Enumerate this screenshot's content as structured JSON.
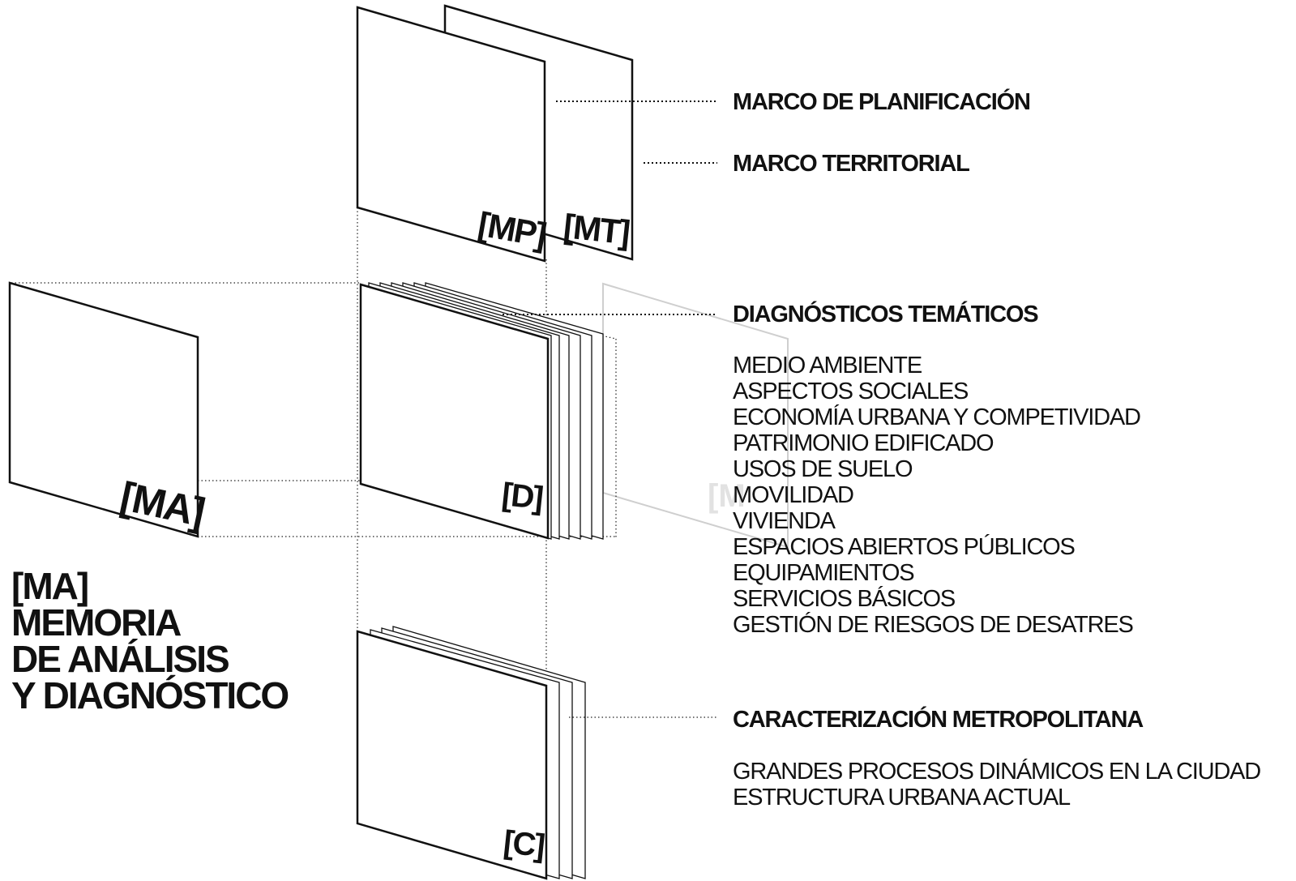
{
  "title": {
    "code": "[MA]",
    "line1": "MEMORIA",
    "line2": "DE ANÁLISIS",
    "line3": "Y DIAGNÓSTICO"
  },
  "planes": {
    "ma": "[MA]",
    "mp": "[MP]",
    "mt": "[MT]",
    "d": "[D]",
    "c": "[C]",
    "ghost": "[M"
  },
  "labels": {
    "marco_planificacion": "MARCO DE PLANIFICACIÓN",
    "marco_territorial": "MARCO TERRITORIAL",
    "diagnosticos_title": "DIAGNÓSTICOS TEMÁTICOS",
    "diagnosticos_items": [
      "MEDIO AMBIENTE",
      "ASPECTOS SOCIALES",
      "ECONOMÍA URBANA Y COMPETIVIDAD",
      "PATRIMONIO EDIFICADO",
      "USOS DE SUELO",
      "MOVILIDAD",
      "VIVIENDA",
      "ESPACIOS ABIERTOS PÚBLICOS",
      "EQUIPAMIENTOS",
      "SERVICIOS BÁSICOS",
      "GESTIÓN DE RIESGOS DE DESATRES"
    ],
    "caracterizacion_title": "CARACTERIZACIÓN METROPOLITANA",
    "caracterizacion_items": [
      "GRANDES PROCESOS DINÁMICOS EN LA CIUDAD",
      "ESTRUCTURA URBANA ACTUAL"
    ]
  },
  "colors": {
    "ink": "#111111",
    "ghost": "#cfcfcf",
    "background": "#ffffff"
  }
}
